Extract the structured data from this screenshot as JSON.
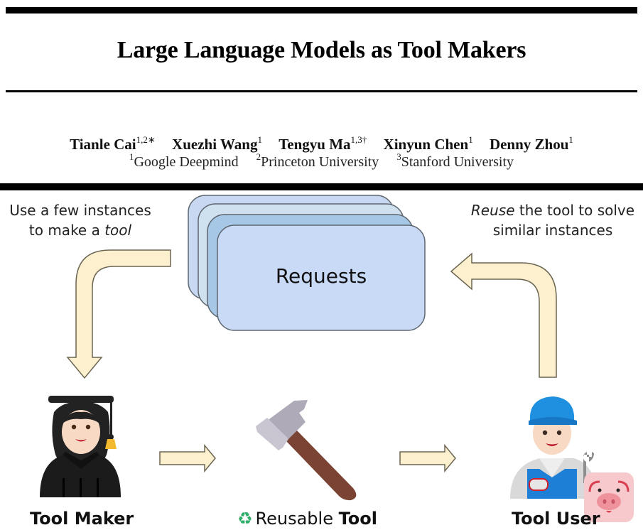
{
  "paper": {
    "title": "Large Language Models as Tool Makers",
    "authors": [
      {
        "name": "Tianle Cai",
        "marks": "1,2∗"
      },
      {
        "name": "Xuezhi Wang",
        "marks": "1"
      },
      {
        "name": "Tengyu Ma",
        "marks": "1,3†"
      },
      {
        "name": "Xinyun Chen",
        "marks": "1"
      },
      {
        "name": "Denny Zhou",
        "marks": "1"
      }
    ],
    "affiliations": [
      {
        "mark": "1",
        "name": "Google Deepmind"
      },
      {
        "mark": "2",
        "name": "Princeton University"
      },
      {
        "mark": "3",
        "name": "Stanford University"
      }
    ]
  },
  "diagram": {
    "left_caption": {
      "line1": "Use a few instances",
      "line2_prefix": "to make a ",
      "line2_em": "tool"
    },
    "right_caption": {
      "line1_em": "Reuse",
      "line1_rest": " the tool to solve",
      "line2": "similar instances"
    },
    "requests_label": "Requests",
    "tool_maker_label": "Tool Maker",
    "reusable_tool_prefix": "Reusable ",
    "reusable_tool_bold": "Tool",
    "tool_user_label": "Tool User",
    "icons": {
      "tool_maker": "graduate-woman-icon",
      "tool": "hammer-icon",
      "tool_user": "mechanic-icon",
      "recycle": "recycle-icon",
      "watermark": "pig-face-icon"
    },
    "colors": {
      "arrow_fill": "#fdf0cf",
      "arrow_stroke": "#6b6552",
      "card_fills": [
        "#c8d8f2",
        "#cfe0ee",
        "#a7c7e7",
        "#c9daf7"
      ],
      "card_stroke": "#5e6670"
    }
  }
}
